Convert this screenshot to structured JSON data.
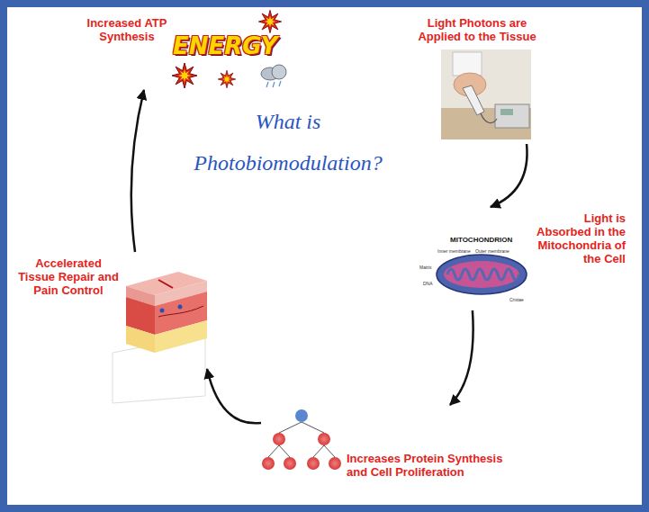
{
  "diagram": {
    "title": "What is Photobiomodulation?",
    "nodes": [
      {
        "text": [
          "Increased ATP Synthesis"
        ]
      },
      {
        "text": [
          "Light Photons are Applied to the Tissue"
        ]
      },
      {
        "text": [
          "Light is Absorbed in the Mitochondria of the Cell"
        ]
      },
      {
        "text": [
          "Increases Protein Synthesis and Cell Proliferation"
        ]
      },
      {
        "text": [
          "Accelerated Tissue Repair and Pain Control"
        ]
      }
    ],
    "edges": [
      {
        "from": 1,
        "to": 2,
        "arrow": "to"
      },
      {
        "from": 2,
        "to": 3,
        "arrow": "to"
      },
      {
        "from": 3,
        "to": 4,
        "arrow": "to"
      },
      {
        "from": 4,
        "to": 0,
        "arrow": "to"
      }
    ],
    "labels": [
      "ENERGY",
      "MITOCHONDRION",
      "Inner membrane",
      "Outer membrane",
      "Cristae",
      "Matrix",
      "DNA"
    ]
  }
}
